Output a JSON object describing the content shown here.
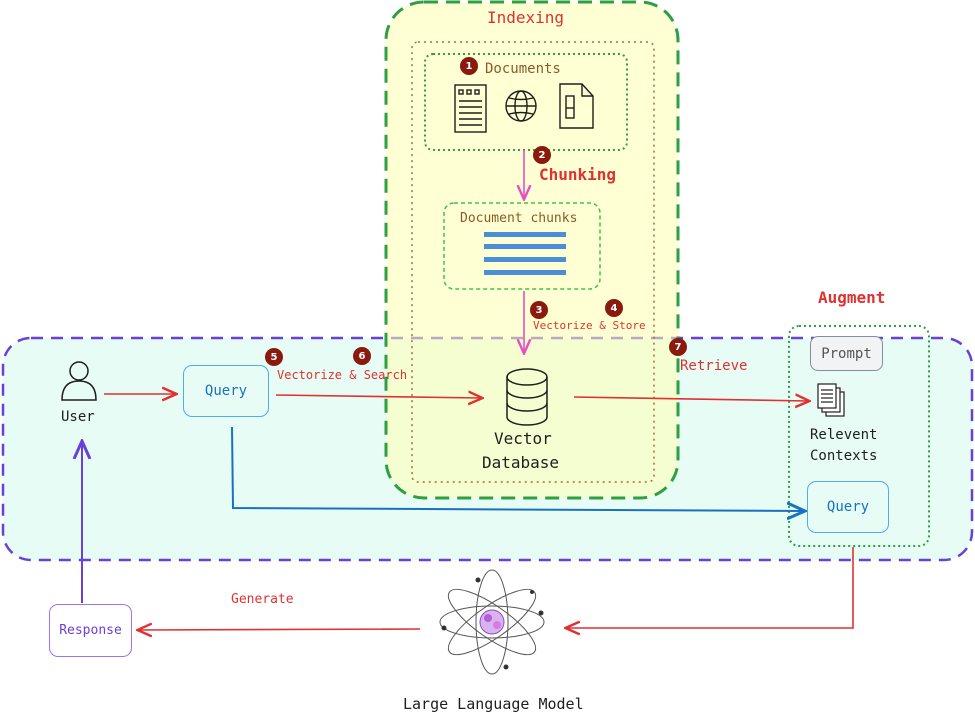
{
  "sections": {
    "indexing_title": "Indexing",
    "augment_title": "Augment"
  },
  "nodes": {
    "documents": "Documents",
    "chunking": "Chunking",
    "document_chunks": "Document chunks",
    "vector_database_line1": "Vector",
    "vector_database_line2": "Database",
    "user": "User",
    "query": "Query",
    "prompt": "Prompt",
    "relevant_contexts_line1": "Relevent",
    "relevant_contexts_line2": "Contexts",
    "augment_query": "Query",
    "response": "Response",
    "llm": "Large Language Model"
  },
  "edges": {
    "vectorize_store": "Vectorize & Store",
    "vectorize_search": "Vectorize & Search",
    "retrieve": "Retrieve",
    "generate": "Generate"
  },
  "steps": [
    "1",
    "2",
    "3",
    "4",
    "5",
    "6",
    "7"
  ],
  "colors": {
    "indexing_fill": "#ffffc9",
    "indexing_border": "#2f9e44",
    "retrieval_fill": "#e6fcf5",
    "retrieval_border": "#6741d9",
    "arrow_red": "#e03131",
    "arrow_pink": "#e64fc3",
    "arrow_blue": "#1971c2",
    "arrow_purple": "#6741d9",
    "badge": "#8b1a0e"
  }
}
